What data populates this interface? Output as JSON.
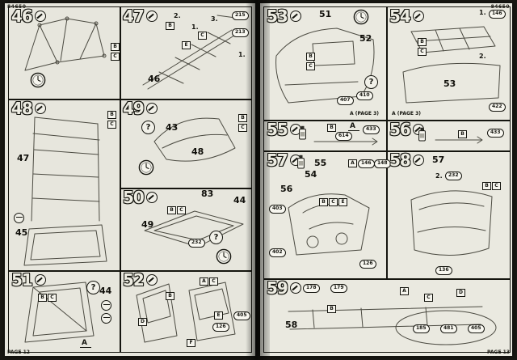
{
  "header": {
    "left_code": "84650",
    "right_code": "84650"
  },
  "footer": {
    "left": "PAGE 12",
    "right": "PAGE 13"
  },
  "pages": [
    {
      "panels": [
        {
          "step": "46",
          "letters": [
            "B",
            "C"
          ]
        },
        {
          "step": "47",
          "seq": [
            "2.",
            "1.",
            "3.",
            "1."
          ],
          "letters": [
            "B",
            "C",
            "E"
          ],
          "ovals": [
            "215",
            "213"
          ],
          "labels": [
            "46"
          ]
        },
        {
          "step": "48",
          "labels": [
            "47",
            "45"
          ],
          "letters": [
            "B",
            "C"
          ]
        },
        {
          "step": "49",
          "qmark": "?",
          "labels": [
            "43",
            "48"
          ],
          "letters": [
            "B",
            "C"
          ]
        },
        {
          "step": "50",
          "qmark": "?",
          "labels": [
            "49",
            "83",
            "44"
          ],
          "ovals": [
            "232"
          ],
          "letters": [
            "B",
            "C"
          ]
        },
        {
          "step": "51",
          "qmark": "?",
          "labels": [
            "44"
          ],
          "letters": [
            "B",
            "C"
          ],
          "amark": "A"
        },
        {
          "step": "52",
          "letters": [
            "A",
            "C",
            "B",
            "D",
            "E",
            "F"
          ],
          "ovals": [
            "126",
            "405"
          ]
        }
      ]
    },
    {
      "panels": [
        {
          "step": "53",
          "labels": [
            "51",
            "52"
          ],
          "qmark": "?",
          "ovals": [
            "407",
            "410"
          ],
          "letters": [
            "B",
            "C"
          ],
          "note": "A (PAGE 3)"
        },
        {
          "step": "54",
          "seq": [
            "1.",
            "2."
          ],
          "labels": [
            "53"
          ],
          "ovals": [
            "146",
            "422"
          ],
          "letters": [
            "B",
            "C"
          ],
          "note": "A (PAGE 3)"
        },
        {
          "step": "55",
          "ovals": [
            "614",
            "433"
          ],
          "letters": [
            "B"
          ],
          "amark": "A"
        },
        {
          "step": "56",
          "ovals": [
            "433"
          ],
          "letters": [
            "B"
          ]
        },
        {
          "step": "57",
          "labels": [
            "55",
            "54",
            "56"
          ],
          "ovals": [
            "146",
            "148",
            "403",
            "402",
            "126"
          ],
          "letters": [
            "A",
            "B",
            "C",
            "E"
          ]
        },
        {
          "step": "58",
          "labels": [
            "57"
          ],
          "seq": [
            "2."
          ],
          "ovals": [
            "232",
            "136"
          ],
          "letters": [
            "B",
            "C"
          ]
        },
        {
          "step": "59",
          "labels": [
            "58"
          ],
          "ovals": [
            "178",
            "179",
            "185",
            "481",
            "405"
          ],
          "letters": [
            "A",
            "B",
            "C",
            "D"
          ]
        }
      ]
    }
  ]
}
